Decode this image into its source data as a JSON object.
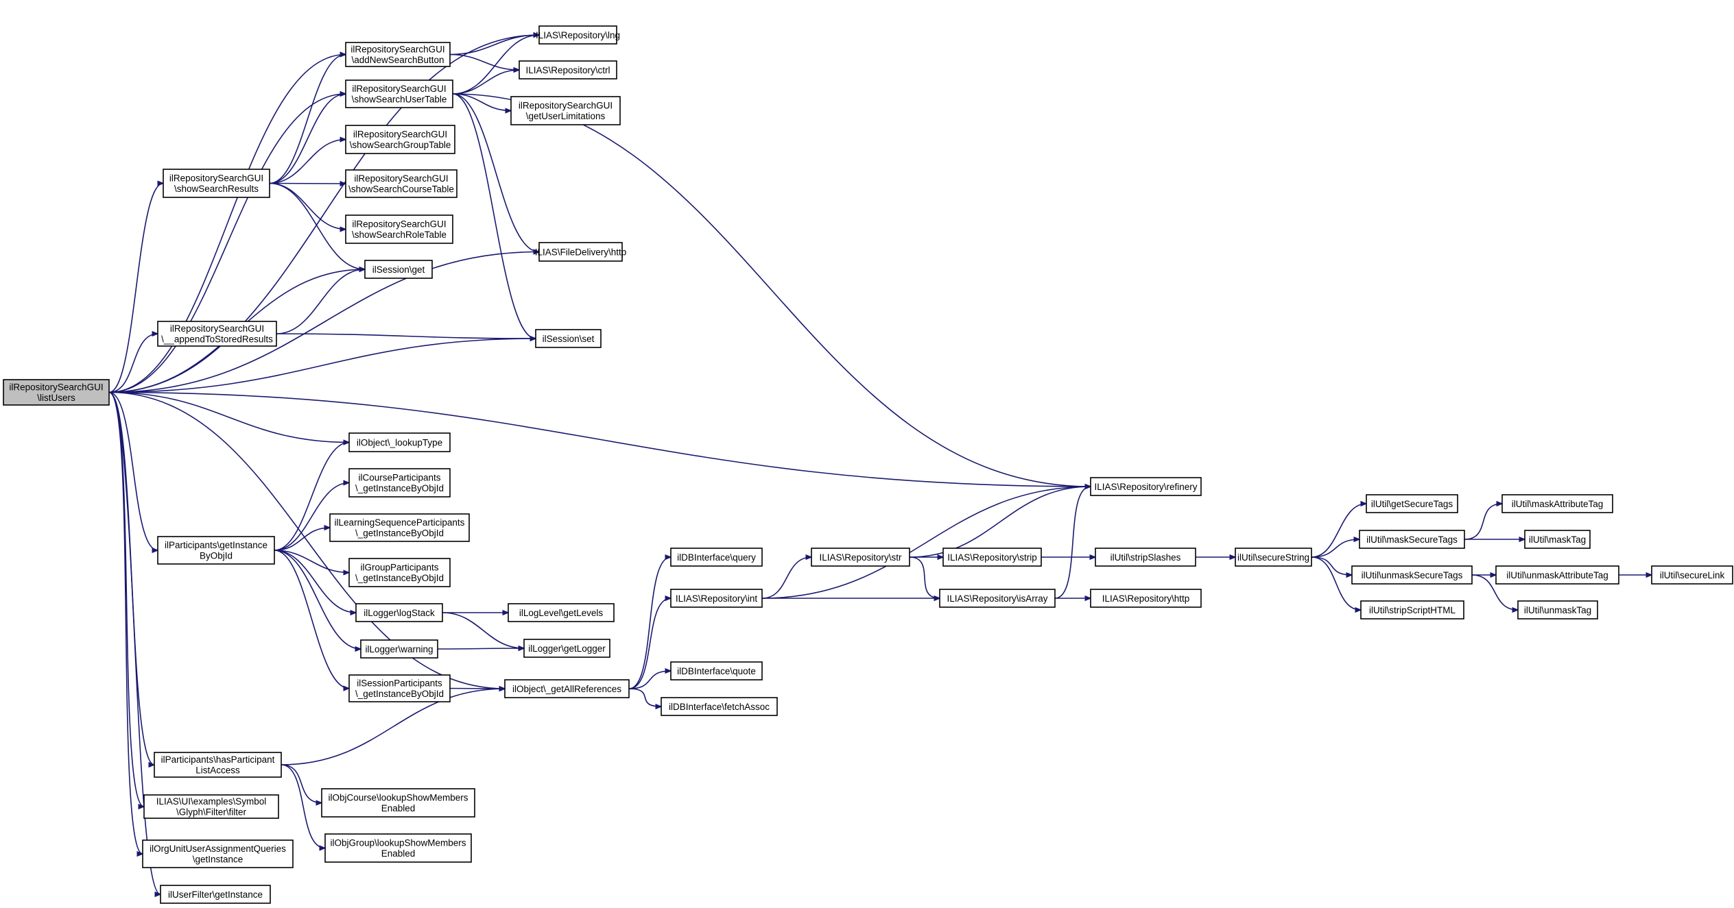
{
  "diagram": {
    "type": "call-graph",
    "edge_color": "#191970",
    "root_fill": "#bfbfbf",
    "root": "listUsers",
    "nodes": [
      {
        "id": "listUsers",
        "lines": [
          "ilRepositorySearchGUI",
          "\\listUsers"
        ]
      },
      {
        "id": "lng",
        "lines": [
          "ILIAS\\Repository\\lng"
        ]
      },
      {
        "id": "addNewSearchButton",
        "lines": [
          "ilRepositorySearchGUI",
          "\\addNewSearchButton"
        ]
      },
      {
        "id": "ctrl",
        "lines": [
          "ILIAS\\Repository\\ctrl"
        ]
      },
      {
        "id": "showSearchUserTable",
        "lines": [
          "ilRepositorySearchGUI",
          "\\showSearchUserTable"
        ]
      },
      {
        "id": "getUserLimitations",
        "lines": [
          "ilRepositorySearchGUI",
          "\\getUserLimitations"
        ]
      },
      {
        "id": "showSearchGroupTable",
        "lines": [
          "ilRepositorySearchGUI",
          "\\showSearchGroupTable"
        ]
      },
      {
        "id": "showSearchResults",
        "lines": [
          "ilRepositorySearchGUI",
          "\\showSearchResults"
        ]
      },
      {
        "id": "showSearchCourseTable",
        "lines": [
          "ilRepositorySearchGUI",
          "\\showSearchCourseTable"
        ]
      },
      {
        "id": "showSearchRoleTable",
        "lines": [
          "ilRepositorySearchGUI",
          "\\showSearchRoleTable"
        ]
      },
      {
        "id": "fdHttp",
        "lines": [
          "ILIAS\\FileDelivery\\http"
        ]
      },
      {
        "id": "sessGet",
        "lines": [
          "ilSession\\get"
        ]
      },
      {
        "id": "appendToStoredResults",
        "lines": [
          "ilRepositorySearchGUI",
          "\\__appendToStoredResults"
        ]
      },
      {
        "id": "sessSet",
        "lines": [
          "ilSession\\set"
        ]
      },
      {
        "id": "lookupType",
        "lines": [
          "ilObject\\_lookupType"
        ]
      },
      {
        "id": "refinery",
        "lines": [
          "ILIAS\\Repository\\refinery"
        ]
      },
      {
        "id": "courseParticipants",
        "lines": [
          "ilCourseParticipants",
          "\\_getInstanceByObjId"
        ]
      },
      {
        "id": "lsParticipants",
        "lines": [
          "ilLearningSequenceParticipants",
          "\\_getInstanceByObjId"
        ]
      },
      {
        "id": "partGetInstance",
        "lines": [
          "ilParticipants\\getInstance",
          "ByObjId"
        ]
      },
      {
        "id": "groupParticipants",
        "lines": [
          "ilGroupParticipants",
          "\\_getInstanceByObjId"
        ]
      },
      {
        "id": "logStack",
        "lines": [
          "ilLogger\\logStack"
        ]
      },
      {
        "id": "getLevels",
        "lines": [
          "ilLogLevel\\getLevels"
        ]
      },
      {
        "id": "warning",
        "lines": [
          "ilLogger\\warning"
        ]
      },
      {
        "id": "getLogger",
        "lines": [
          "ilLogger\\getLogger"
        ]
      },
      {
        "id": "sessionParticipants",
        "lines": [
          "ilSessionParticipants",
          "\\_getInstanceByObjId"
        ]
      },
      {
        "id": "getAllReferences",
        "lines": [
          "ilObject\\_getAllReferences"
        ]
      },
      {
        "id": "query",
        "lines": [
          "ilDBInterface\\query"
        ]
      },
      {
        "id": "repoInt",
        "lines": [
          "ILIAS\\Repository\\int"
        ]
      },
      {
        "id": "repoStr",
        "lines": [
          "ILIAS\\Repository\\str"
        ]
      },
      {
        "id": "repoStrip",
        "lines": [
          "ILIAS\\Repository\\strip"
        ]
      },
      {
        "id": "repoIsArray",
        "lines": [
          "ILIAS\\Repository\\isArray"
        ]
      },
      {
        "id": "stripSlashes",
        "lines": [
          "ilUtil\\stripSlashes"
        ]
      },
      {
        "id": "repoHttp",
        "lines": [
          "ILIAS\\Repository\\http"
        ]
      },
      {
        "id": "secureString",
        "lines": [
          "ilUtil\\secureString"
        ]
      },
      {
        "id": "getSecureTags",
        "lines": [
          "ilUtil\\getSecureTags"
        ]
      },
      {
        "id": "maskSecureTags",
        "lines": [
          "ilUtil\\maskSecureTags"
        ]
      },
      {
        "id": "maskAttributeTag",
        "lines": [
          "ilUtil\\maskAttributeTag"
        ]
      },
      {
        "id": "maskTag",
        "lines": [
          "ilUtil\\maskTag"
        ]
      },
      {
        "id": "unmaskSecureTags",
        "lines": [
          "ilUtil\\unmaskSecureTags"
        ]
      },
      {
        "id": "unmaskAttributeTag",
        "lines": [
          "ilUtil\\unmaskAttributeTag"
        ]
      },
      {
        "id": "secureLink",
        "lines": [
          "ilUtil\\secureLink"
        ]
      },
      {
        "id": "stripScriptHTML",
        "lines": [
          "ilUtil\\stripScriptHTML"
        ]
      },
      {
        "id": "unmaskTag",
        "lines": [
          "ilUtil\\unmaskTag"
        ]
      },
      {
        "id": "quote",
        "lines": [
          "ilDBInterface\\quote"
        ]
      },
      {
        "id": "fetchAssoc",
        "lines": [
          "ilDBInterface\\fetchAssoc"
        ]
      },
      {
        "id": "hasParticipantListAccess",
        "lines": [
          "ilParticipants\\hasParticipant",
          "ListAccess"
        ]
      },
      {
        "id": "courseLookupShowMembers",
        "lines": [
          "ilObjCourse\\lookupShowMembers",
          "Enabled"
        ]
      },
      {
        "id": "groupLookupShowMembers",
        "lines": [
          "ilObjGroup\\lookupShowMembers",
          "Enabled"
        ]
      },
      {
        "id": "glyphFilter",
        "lines": [
          "ILIAS\\UI\\examples\\Symbol",
          "\\Glyph\\Filter\\filter"
        ]
      },
      {
        "id": "orgUnitQueries",
        "lines": [
          "ilOrgUnitUserAssignmentQueries",
          "\\getInstance"
        ]
      },
      {
        "id": "userFilter",
        "lines": [
          "ilUserFilter\\getInstance"
        ]
      }
    ],
    "edges": [
      [
        "listUsers",
        "lng"
      ],
      [
        "listUsers",
        "addNewSearchButton"
      ],
      [
        "listUsers",
        "showSearchUserTable"
      ],
      [
        "listUsers",
        "showSearchResults"
      ],
      [
        "listUsers",
        "sessGet"
      ],
      [
        "listUsers",
        "fdHttp"
      ],
      [
        "listUsers",
        "appendToStoredResults"
      ],
      [
        "listUsers",
        "sessSet"
      ],
      [
        "listUsers",
        "refinery"
      ],
      [
        "listUsers",
        "lookupType"
      ],
      [
        "listUsers",
        "partGetInstance"
      ],
      [
        "listUsers",
        "getAllReferences"
      ],
      [
        "listUsers",
        "hasParticipantListAccess"
      ],
      [
        "listUsers",
        "glyphFilter"
      ],
      [
        "listUsers",
        "orgUnitQueries"
      ],
      [
        "listUsers",
        "userFilter"
      ],
      [
        "addNewSearchButton",
        "lng"
      ],
      [
        "addNewSearchButton",
        "ctrl"
      ],
      [
        "showSearchUserTable",
        "lng"
      ],
      [
        "showSearchUserTable",
        "ctrl"
      ],
      [
        "showSearchUserTable",
        "getUserLimitations"
      ],
      [
        "showSearchUserTable",
        "fdHttp"
      ],
      [
        "showSearchUserTable",
        "sessSet"
      ],
      [
        "showSearchUserTable",
        "refinery"
      ],
      [
        "showSearchResults",
        "addNewSearchButton"
      ],
      [
        "showSearchResults",
        "showSearchUserTable"
      ],
      [
        "showSearchResults",
        "showSearchGroupTable"
      ],
      [
        "showSearchResults",
        "showSearchCourseTable"
      ],
      [
        "showSearchResults",
        "showSearchRoleTable"
      ],
      [
        "showSearchResults",
        "sessGet"
      ],
      [
        "appendToStoredResults",
        "sessGet"
      ],
      [
        "appendToStoredResults",
        "sessSet"
      ],
      [
        "partGetInstance",
        "lookupType"
      ],
      [
        "partGetInstance",
        "courseParticipants"
      ],
      [
        "partGetInstance",
        "lsParticipants"
      ],
      [
        "partGetInstance",
        "groupParticipants"
      ],
      [
        "partGetInstance",
        "logStack"
      ],
      [
        "partGetInstance",
        "warning"
      ],
      [
        "partGetInstance",
        "sessionParticipants"
      ],
      [
        "logStack",
        "getLevels"
      ],
      [
        "logStack",
        "getLogger"
      ],
      [
        "warning",
        "getLogger"
      ],
      [
        "sessionParticipants",
        "getAllReferences"
      ],
      [
        "getAllReferences",
        "query"
      ],
      [
        "getAllReferences",
        "repoInt"
      ],
      [
        "getAllReferences",
        "quote"
      ],
      [
        "getAllReferences",
        "fetchAssoc"
      ],
      [
        "repoInt",
        "refinery"
      ],
      [
        "repoInt",
        "repoStr"
      ],
      [
        "repoInt",
        "repoIsArray"
      ],
      [
        "repoStr",
        "refinery"
      ],
      [
        "repoStr",
        "repoStrip"
      ],
      [
        "repoStr",
        "repoIsArray"
      ],
      [
        "repoStrip",
        "stripSlashes"
      ],
      [
        "repoIsArray",
        "refinery"
      ],
      [
        "repoIsArray",
        "repoHttp"
      ],
      [
        "stripSlashes",
        "secureString"
      ],
      [
        "secureString",
        "getSecureTags"
      ],
      [
        "secureString",
        "maskSecureTags"
      ],
      [
        "secureString",
        "unmaskSecureTags"
      ],
      [
        "secureString",
        "stripScriptHTML"
      ],
      [
        "maskSecureTags",
        "maskAttributeTag"
      ],
      [
        "maskSecureTags",
        "maskTag"
      ],
      [
        "unmaskSecureTags",
        "unmaskAttributeTag"
      ],
      [
        "unmaskSecureTags",
        "unmaskTag"
      ],
      [
        "unmaskAttributeTag",
        "secureLink"
      ],
      [
        "hasParticipantListAccess",
        "getAllReferences"
      ],
      [
        "hasParticipantListAccess",
        "courseLookupShowMembers"
      ],
      [
        "hasParticipantListAccess",
        "groupLookupShowMembers"
      ]
    ]
  }
}
